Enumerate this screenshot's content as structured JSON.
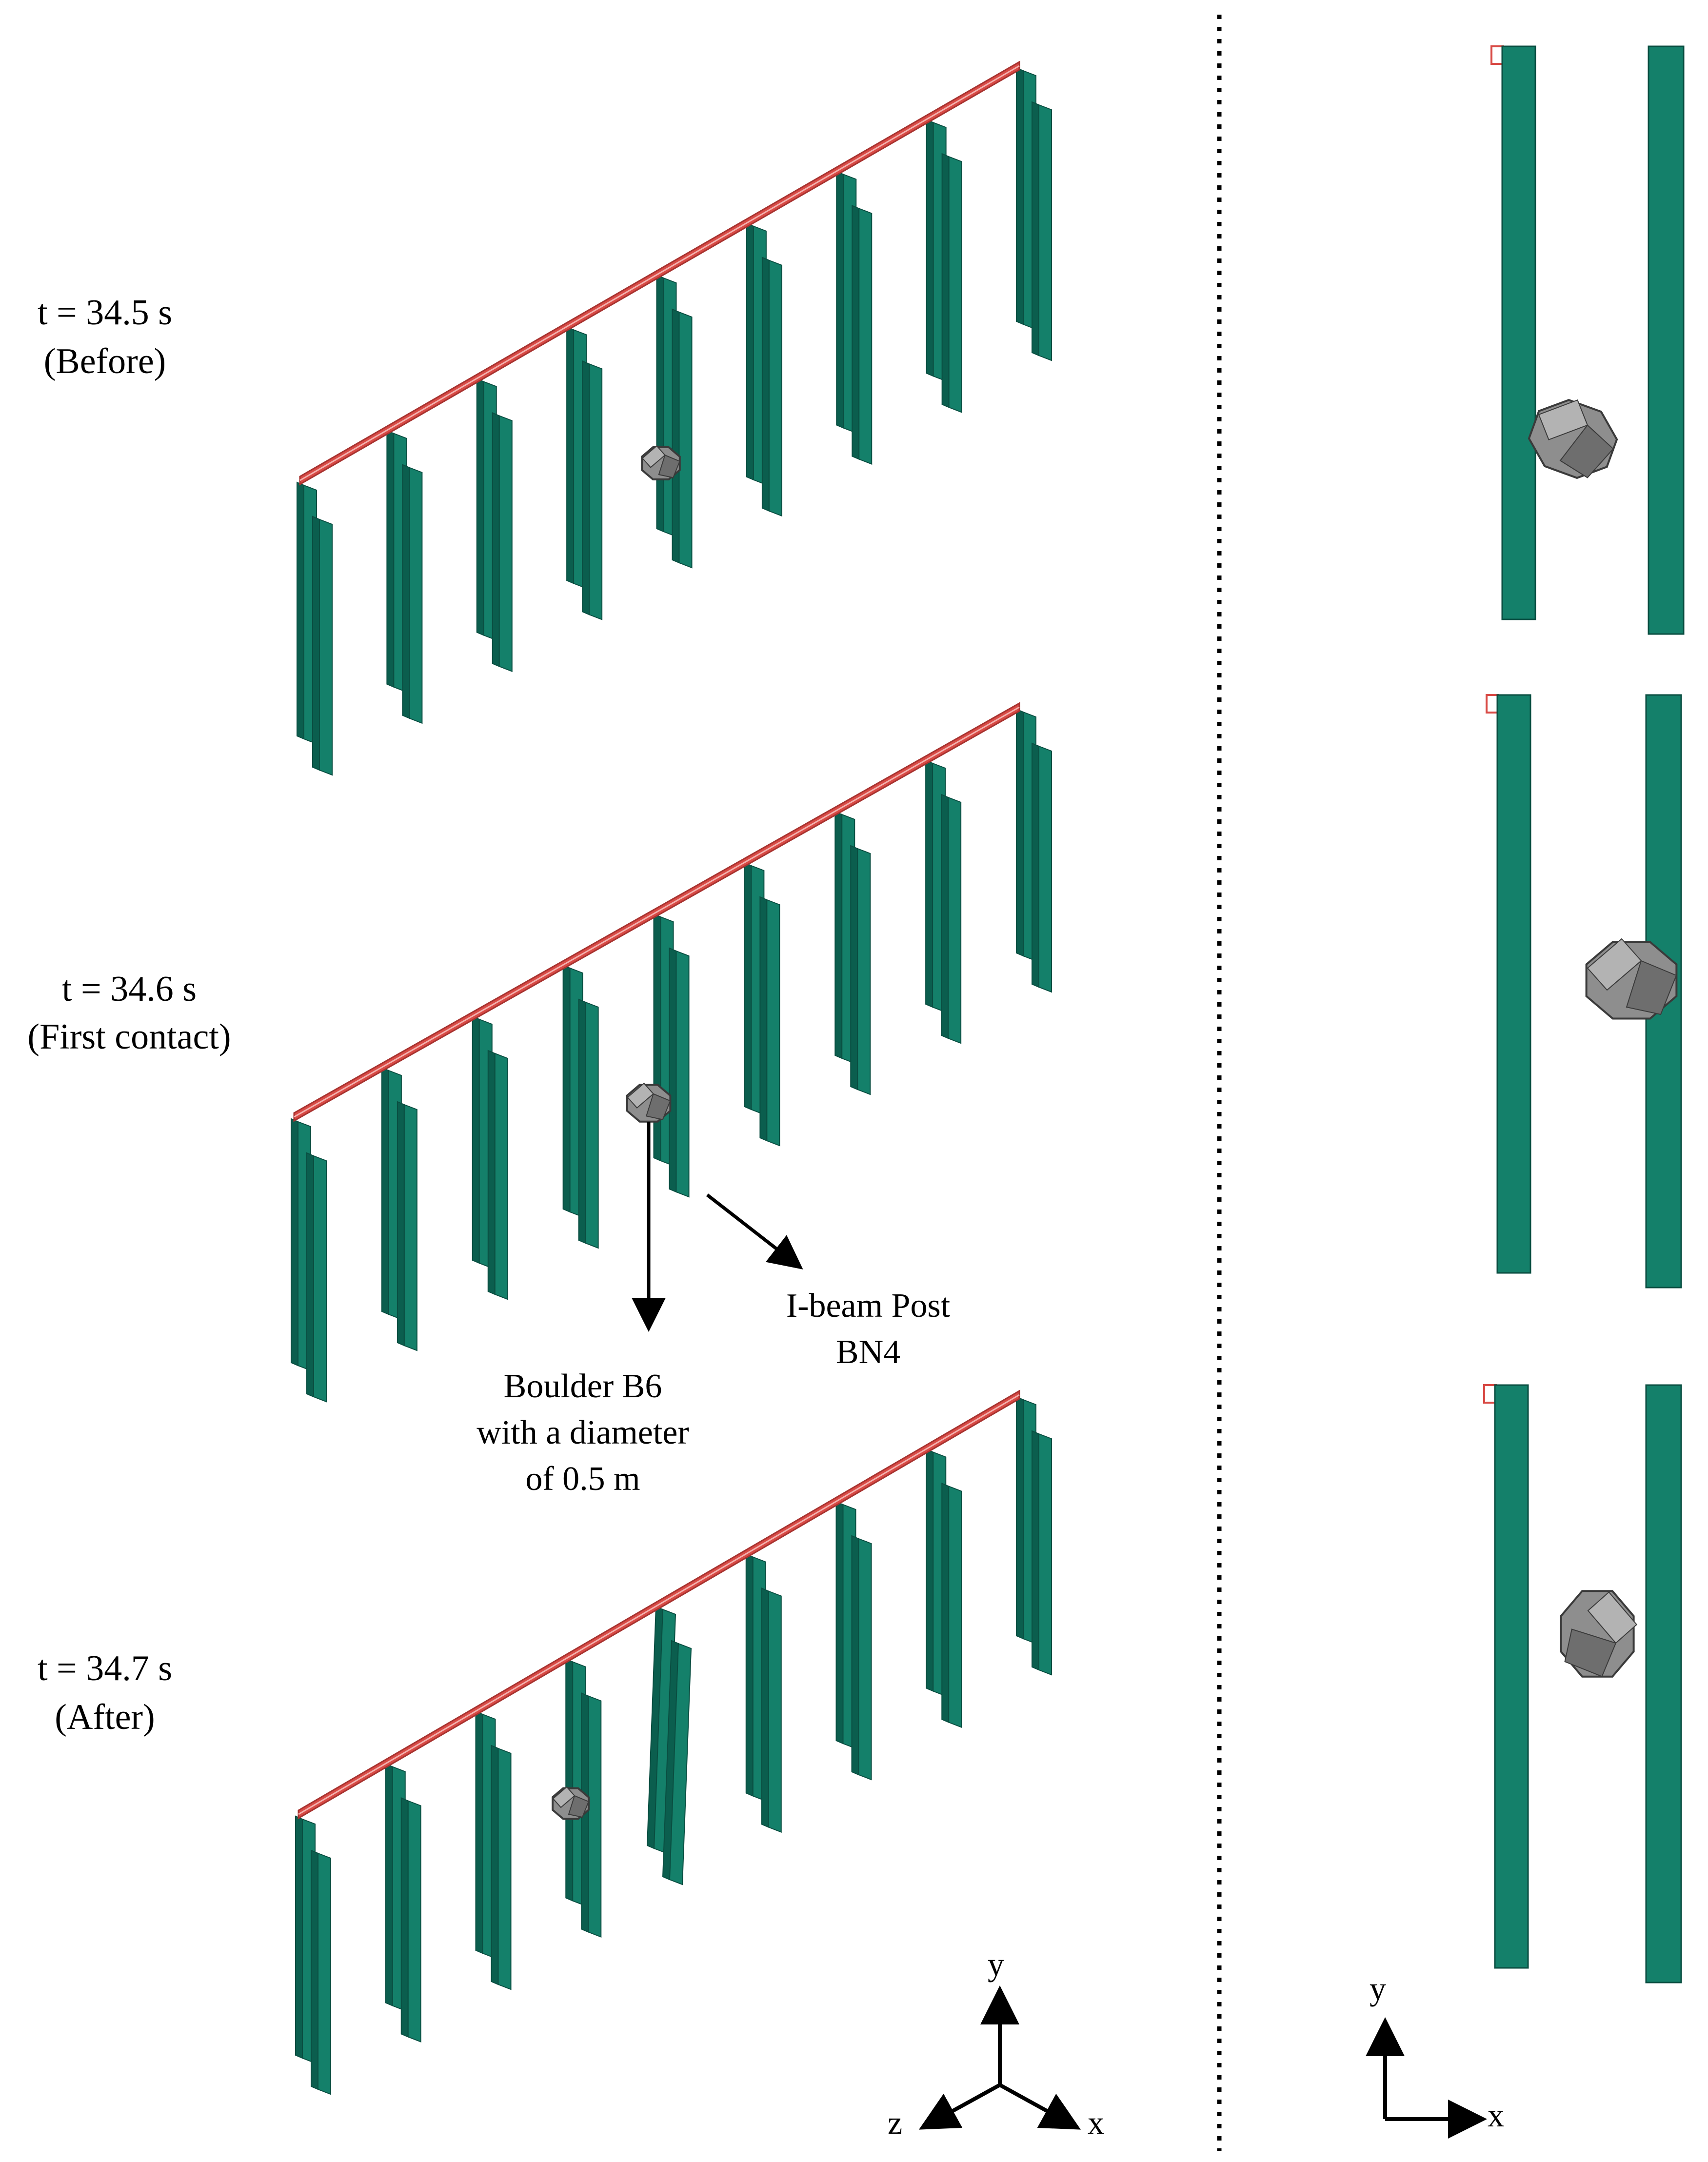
{
  "colors": {
    "post": "#14806A",
    "post_dark": "#0B5E4E",
    "post_edge": "#0A4E41",
    "rail": "#D84A45",
    "rail_dark": "#A83330",
    "boulder_light": "#B3B3B3",
    "boulder_mid": "#8E8E8E",
    "boulder_dark": "#6E6E6E",
    "boulder_edge": "#3A3A3A",
    "divider": "#000000"
  },
  "panels": [
    {
      "time_label": "t = 34.5 s",
      "state_label": "(Before)"
    },
    {
      "time_label": "t = 34.6 s",
      "state_label": "(First contact)"
    },
    {
      "time_label": "t = 34.7 s",
      "state_label": "(After)"
    }
  ],
  "annotations": {
    "post": {
      "line1": "I-beam  Post",
      "line2": "BN4"
    },
    "boulder": {
      "line1": "Boulder B6",
      "line2": "with a diameter",
      "line3": "of 0.5 m"
    }
  },
  "axes_3d": {
    "y": "y",
    "x": "x",
    "z": "z"
  },
  "axes_2d": {
    "y": "y",
    "x": "x"
  },
  "icons": {
    "boulder": "boulder-icon",
    "post": "i-beam-post-icon",
    "rail": "top-rail-icon"
  }
}
